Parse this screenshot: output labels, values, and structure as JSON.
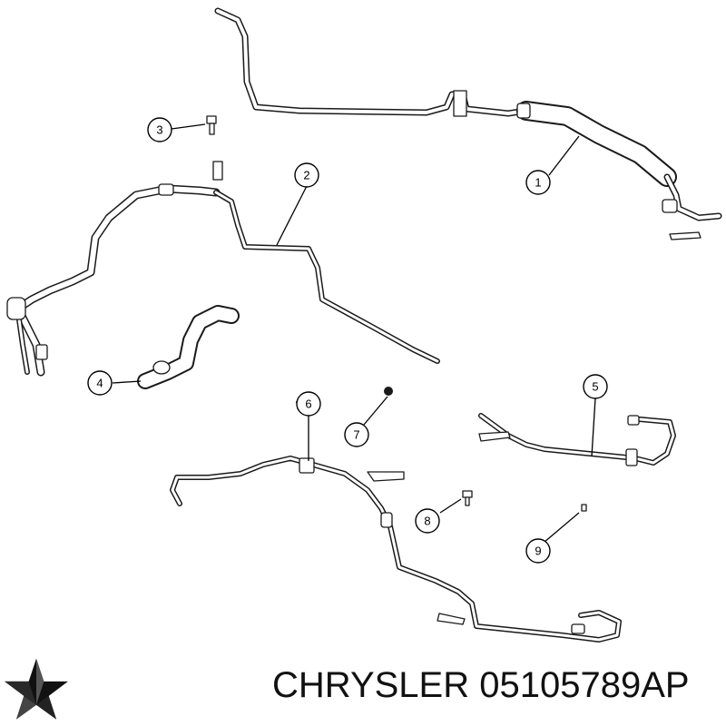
{
  "diagram": {
    "brand": "CHRYSLER",
    "part_number": "05105789AP",
    "callouts": [
      {
        "label": "1"
      },
      {
        "label": "2"
      },
      {
        "label": "3"
      },
      {
        "label": "4"
      },
      {
        "label": "5"
      },
      {
        "label": "6"
      },
      {
        "label": "7"
      },
      {
        "label": "8"
      },
      {
        "label": "9"
      }
    ],
    "logo_icon": "chrysler-pentastar-icon"
  }
}
